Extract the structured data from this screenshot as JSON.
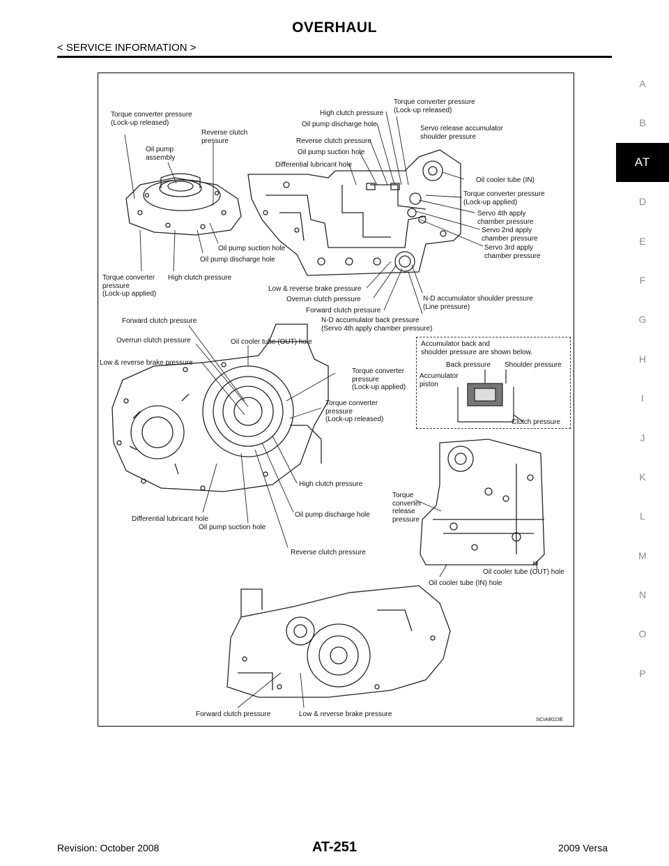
{
  "header": {
    "title": "OVERHAUL",
    "section": "< SERVICE INFORMATION >"
  },
  "side_tabs": [
    "A",
    "B",
    "AT",
    "D",
    "E",
    "F",
    "G",
    "H",
    "I",
    "J",
    "K",
    "L",
    "M",
    "N",
    "O",
    "P"
  ],
  "active_tab": "AT",
  "figure": {
    "id": "SCIA8023E",
    "callouts": {
      "tc_lockup_released_1": "Torque converter pressure\n(Lock-up released)",
      "reverse_clutch_1": "Reverse clutch\npressure",
      "oil_pump_assembly": "Oil pump\nassembly",
      "oil_pump_suction_1": "Oil pump suction hole",
      "oil_pump_discharge_1": "Oil pump discharge hole",
      "tc_lockup_applied_1": "Torque converter\npressure\n(Lock-up applied)",
      "high_clutch_1": "High clutch pressure",
      "tc_lockup_released_2": "Torque converter pressure\n(Lock-up released)",
      "high_clutch_2": "High clutch pressure",
      "oil_pump_discharge_2": "Oil pump discharge hole",
      "servo_release": "Servo release accumulator\nshoulder pressure",
      "reverse_clutch_2": "Reverse clutch pressure",
      "oil_pump_suction_2": "Oil pump suction hole",
      "diff_lube_1": "Differential lubricant hole",
      "oil_cooler_in": "Oil cooler tube (IN)",
      "tc_lockup_applied_2": "Torque converter pressure\n(Lock-up applied)",
      "servo_4th": "Servo 4th apply\nchamber pressure",
      "servo_2nd": "Servo 2nd apply\nchamber pressure",
      "servo_3rd": "Servo 3rd apply\nchamber pressure",
      "low_reverse_1": "Low & reverse brake pressure",
      "overrun_1": "Overrun clutch pressure",
      "forward_1": "Forward clutch pressure",
      "nd_shoulder": "N-D accumulator shoulder pressure\n(Line pressure)",
      "nd_back": "N-D accumulator back pressure\n(Servo 4th apply chamber pressure)",
      "forward_2": "Forward clutch pressure",
      "overrun_2": "Overrun clutch pressure",
      "oil_cooler_out_1": "Oil cooler tube (OUT) hole",
      "low_reverse_2": "Low & reverse brake pressure",
      "tc_lockup_applied_3": "Torque converter\npressure\n(Lock-up applied)",
      "tc_lockup_released_3": "Torque converter\npressure\n(Lock-up released)",
      "high_clutch_3": "High clutch pressure",
      "diff_lube_2": "Differential lubricant hole",
      "oil_pump_discharge_3": "Oil pump discharge hole",
      "oil_pump_suction_3": "Oil pump suction hole",
      "reverse_clutch_3": "Reverse clutch pressure",
      "tc_release": "Torque\nconverter\nrelease\npressure",
      "oil_cooler_out_2": "Oil cooler tube (OUT) hole",
      "oil_cooler_in_hole": "Oil cooler tube (IN) hole",
      "forward_3": "Forward clutch pressure",
      "low_reverse_3": "Low & reverse brake pressure"
    },
    "note": {
      "heading": "Accumulator back and\nshoulder pressure are shown below.",
      "back": "Back pressure",
      "shoulder": "Shoulder pressure",
      "piston": "Accumulator\npiston",
      "clutch": "Clutch pressure"
    }
  },
  "footer": {
    "revision": "Revision: October 2008",
    "page": "AT-251",
    "model": "2009 Versa"
  }
}
